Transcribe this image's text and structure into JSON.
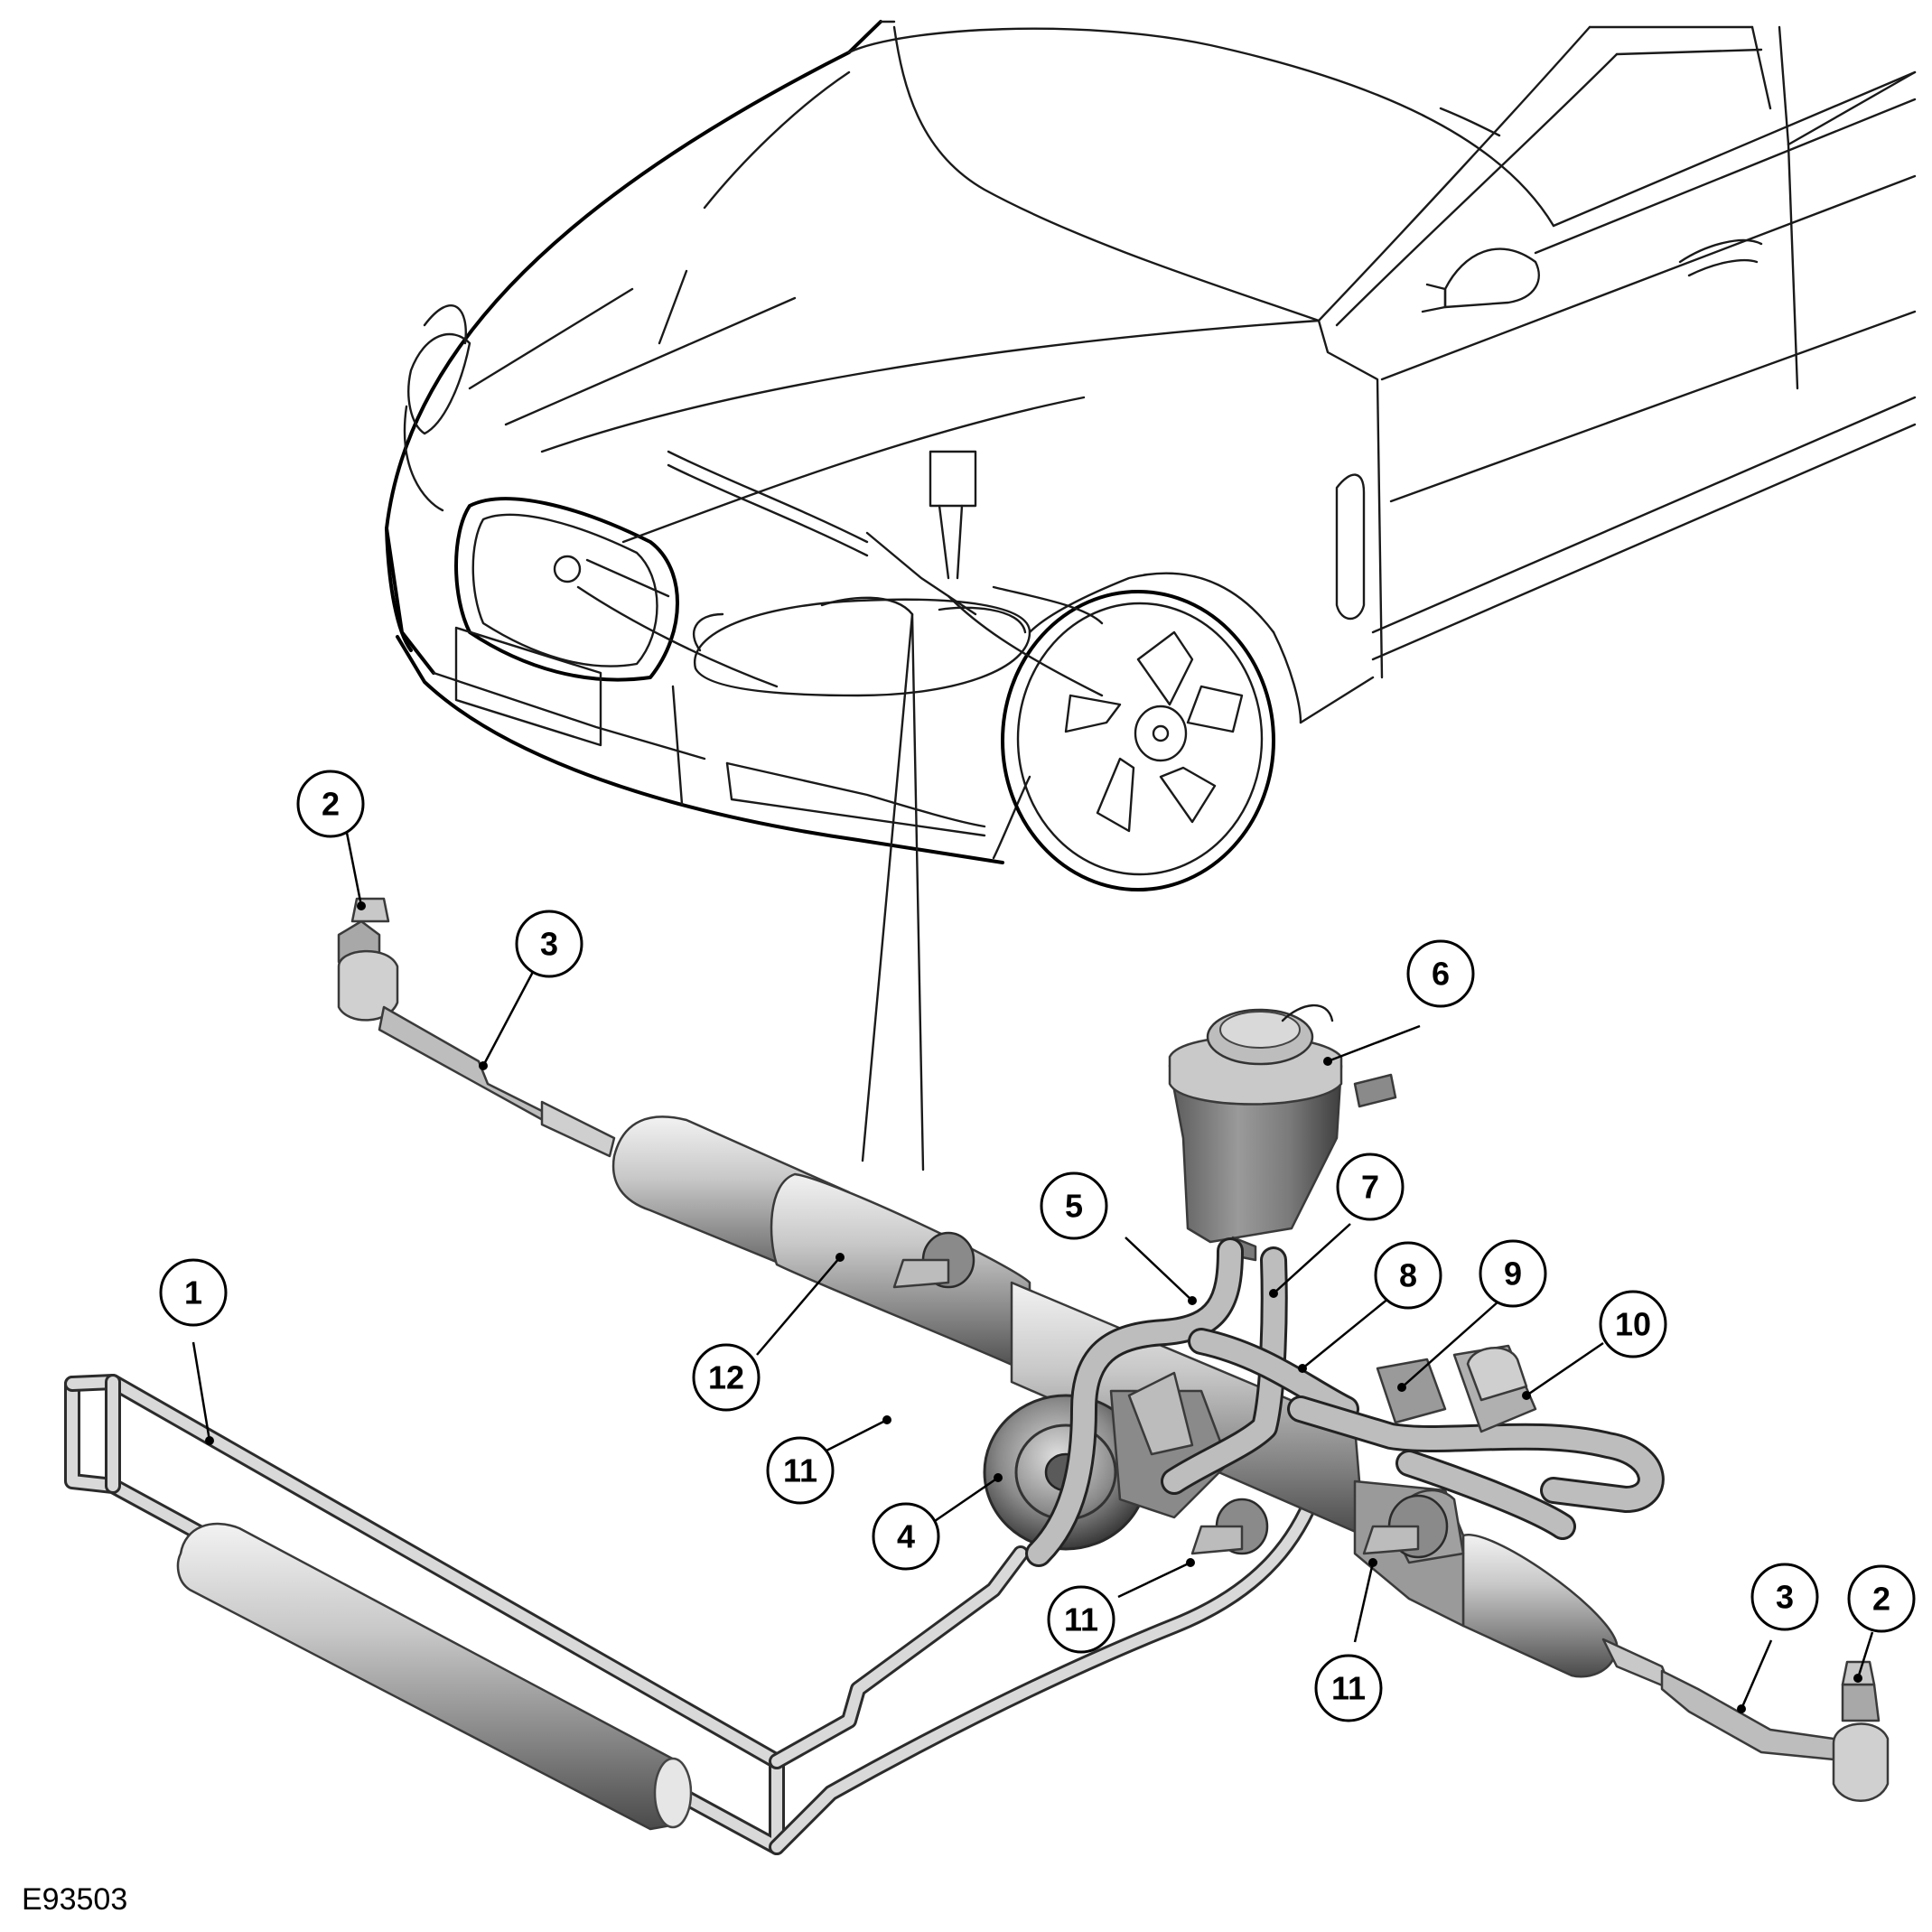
{
  "figure_id": "E93503",
  "callouts": [
    "1",
    "2",
    "2",
    "3",
    "3",
    "4",
    "5",
    "6",
    "7",
    "8",
    "9",
    "10",
    "11",
    "11",
    "11",
    "12"
  ]
}
